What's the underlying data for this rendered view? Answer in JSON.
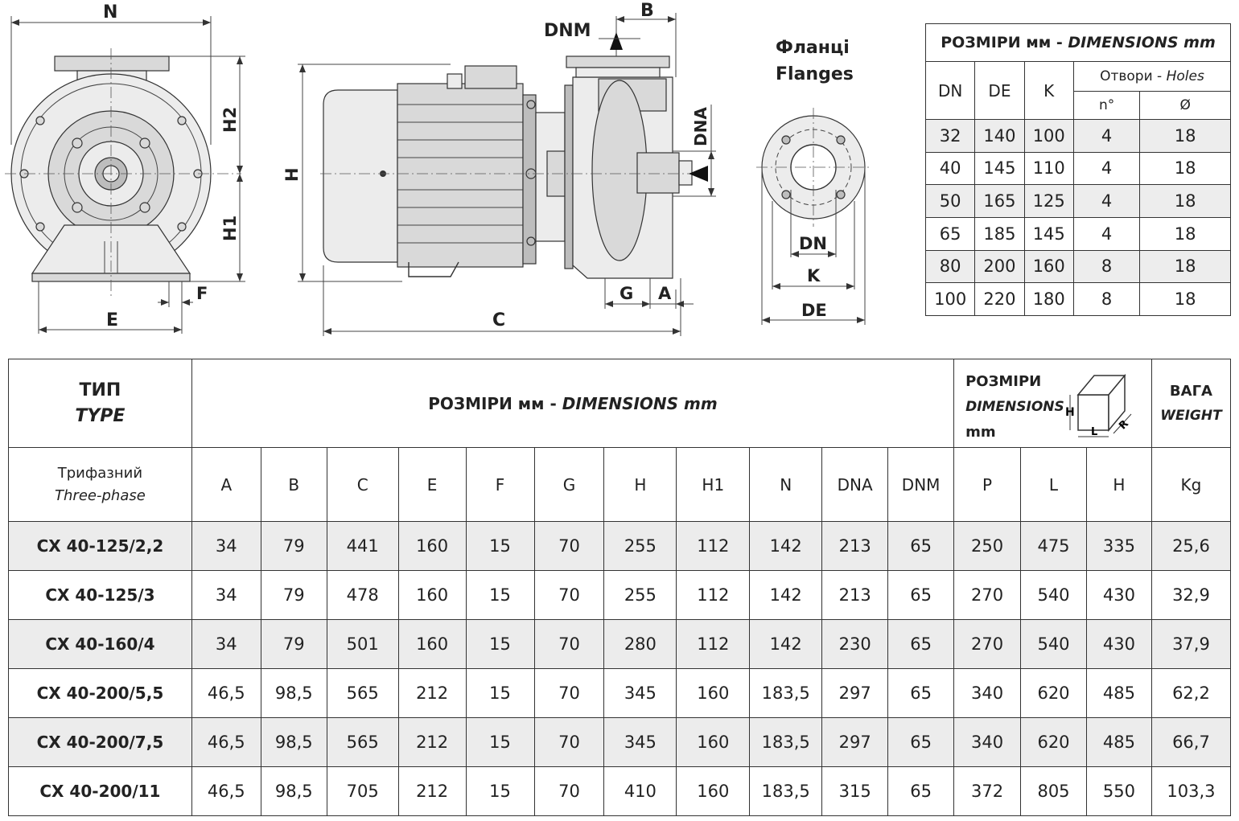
{
  "drawing_labels": {
    "N": "N",
    "H2": "H2",
    "H1": "H1",
    "E": "E",
    "F": "F",
    "H": "H",
    "C": "C",
    "DNM": "DNM",
    "B": "B",
    "DNA": "DNA",
    "G": "G",
    "A": "A",
    "flanges_ua": "Фланці",
    "flanges_en": "Flanges",
    "DN": "DN",
    "K": "K",
    "DE": "DE"
  },
  "flange_table": {
    "title_ua": "РОЗМІРИ мм - ",
    "title_en": "DIMENSIONS mm",
    "headers": {
      "dn": "DN",
      "de": "DE",
      "k": "K",
      "holes_ua": "Отвори - ",
      "holes_en": "Holes",
      "n": "n°",
      "dia": "Ø"
    },
    "rows": [
      {
        "dn": "32",
        "de": "140",
        "k": "100",
        "n": "4",
        "dia": "18"
      },
      {
        "dn": "40",
        "de": "145",
        "k": "110",
        "n": "4",
        "dia": "18"
      },
      {
        "dn": "50",
        "de": "165",
        "k": "125",
        "n": "4",
        "dia": "18"
      },
      {
        "dn": "65",
        "de": "185",
        "k": "145",
        "n": "4",
        "dia": "18"
      },
      {
        "dn": "80",
        "de": "200",
        "k": "160",
        "n": "8",
        "dia": "18"
      },
      {
        "dn": "100",
        "de": "220",
        "k": "180",
        "n": "8",
        "dia": "18"
      }
    ]
  },
  "main_table": {
    "type_ua": "ТИП",
    "type_en": "TYPE",
    "dims_ua": "РОЗМІРИ мм - ",
    "dims_en": "DIMENSIONS mm",
    "pack_ua": "РОЗМІРИ",
    "pack_en": "DIMENSIONS",
    "pack_unit": "mm",
    "box_H": "H",
    "box_L": "L",
    "box_R": "R",
    "weight_ua": "ВАГА",
    "weight_en": "WEIGHT",
    "phase_ua": "Трифазний",
    "phase_en": "Three-phase",
    "columns": [
      "A",
      "B",
      "C",
      "E",
      "F",
      "G",
      "H",
      "H1",
      "N",
      "DNA",
      "DNM",
      "P",
      "L",
      "H",
      "Kg"
    ],
    "rows": [
      {
        "model": "CX 40-125/2,2",
        "v": [
          "34",
          "79",
          "441",
          "160",
          "15",
          "70",
          "255",
          "112",
          "142",
          "213",
          "65",
          "250",
          "475",
          "335",
          "25,6"
        ]
      },
      {
        "model": "CX 40-125/3",
        "v": [
          "34",
          "79",
          "478",
          "160",
          "15",
          "70",
          "255",
          "112",
          "142",
          "213",
          "65",
          "270",
          "540",
          "430",
          "32,9"
        ]
      },
      {
        "model": "CX 40-160/4",
        "v": [
          "34",
          "79",
          "501",
          "160",
          "15",
          "70",
          "280",
          "112",
          "142",
          "230",
          "65",
          "270",
          "540",
          "430",
          "37,9"
        ]
      },
      {
        "model": "CX 40-200/5,5",
        "v": [
          "46,5",
          "98,5",
          "565",
          "212",
          "15",
          "70",
          "345",
          "160",
          "183,5",
          "297",
          "65",
          "340",
          "620",
          "485",
          "62,2"
        ]
      },
      {
        "model": "CX 40-200/7,5",
        "v": [
          "46,5",
          "98,5",
          "565",
          "212",
          "15",
          "70",
          "345",
          "160",
          "183,5",
          "297",
          "65",
          "340",
          "620",
          "485",
          "66,7"
        ]
      },
      {
        "model": "CX 40-200/11",
        "v": [
          "46,5",
          "98,5",
          "705",
          "212",
          "15",
          "70",
          "410",
          "160",
          "183,5",
          "315",
          "65",
          "372",
          "805",
          "550",
          "103,3"
        ]
      }
    ]
  }
}
